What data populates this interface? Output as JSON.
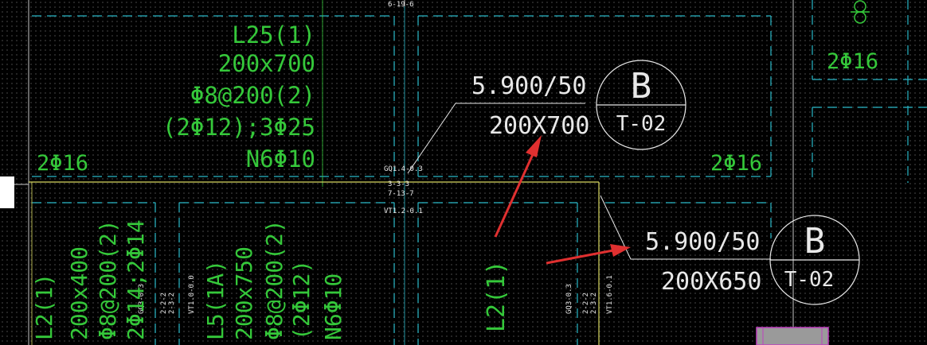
{
  "beam_L25": {
    "name": "L25(1)",
    "size": "200x700",
    "stirrup": "Φ8@200(2)",
    "rebar": "(2Φ12);3Φ25",
    "side": "N6Φ10"
  },
  "beam_L5": {
    "name": "L5(1A)",
    "size": "200x750",
    "stirrup": "Φ8@200(2)",
    "rebar": "(2Φ12)",
    "side": "N6Φ10"
  },
  "beam_L2": {
    "name": "L2(1)",
    "size": "200x400",
    "stirrup": "Φ8@200(2)",
    "rebar": "2Φ14;2Φ14"
  },
  "beam_L2b": {
    "name": "L2(1)"
  },
  "bottom_bars": {
    "left": "2Φ16",
    "right": "2Φ16",
    "far_right": "2Φ16"
  },
  "callout_upper": {
    "elevation": "5.900/50",
    "size": "200X700",
    "circle_letter": "B",
    "circle_ref": "T-02"
  },
  "callout_lower": {
    "elevation": "5.900/50",
    "size": "200X650",
    "circle_letter": "B",
    "circle_ref": "T-02"
  },
  "small_labels": {
    "top": "6-19-6",
    "gq1_a": "GQ1.4-0.3",
    "gq1_b": "3-3-3",
    "gq1_c": "7-13-7",
    "vt1": "VT1.2-0.1",
    "vert_a1": "GQ3-0.3",
    "vert_a2": "2-2-2",
    "vert_a3": "2-3-2",
    "vert_b": "VT1.0-0.0",
    "vert_c1": "GQ3-0.3",
    "vert_c2": "2-2-2",
    "vert_c3": "2-3-2",
    "vert_d": "VT1.6-0.1"
  },
  "colors": {
    "background": "#000000",
    "annotation_green": "#35c83a",
    "grid_cyan": "#29b8c8",
    "text_white": "#e8e8e8",
    "arrow_red": "#e03030",
    "edge_yellow": "#d8d860",
    "block_magenta": "#c040c0"
  }
}
